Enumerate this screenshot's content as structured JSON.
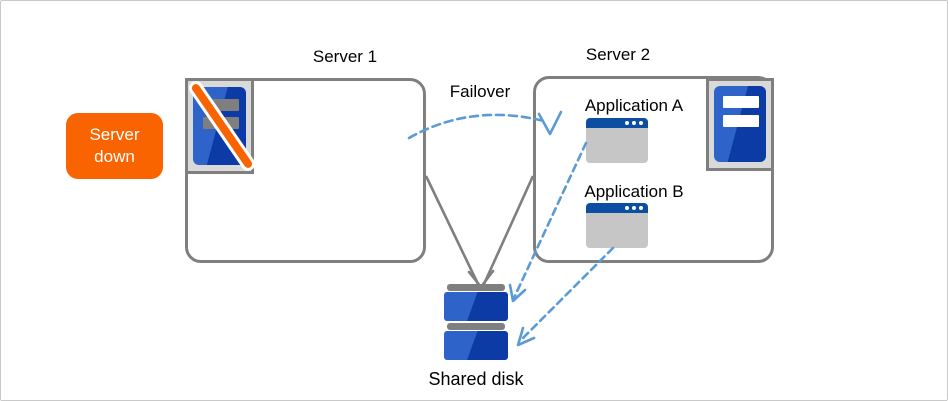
{
  "colors": {
    "accent-orange": "#FA6400",
    "line-gray": "#7F7F7F",
    "dash-blue": "#5B9BD5",
    "server-blue-light": "#2E63C9",
    "server-blue-dark": "#0D3BA6",
    "window-titlebar-blue": "#0B4EA2",
    "window-body-gray": "#C6C6C6",
    "icon-box-gray": "#D9D9D9",
    "frame-border": "#C9C9C9"
  },
  "diagram": {
    "badge": {
      "label": "Server down"
    },
    "servers": [
      {
        "title": "Server 1",
        "icon": "server-crossed-out-icon"
      },
      {
        "title": "Server 2",
        "icon": "server-icon",
        "applications": [
          {
            "label": "Application A",
            "icon": "app-window-icon"
          },
          {
            "label": "Application B",
            "icon": "app-window-icon"
          }
        ]
      }
    ],
    "failover": {
      "label": "Failover"
    },
    "shared_disk": {
      "label": "Shared disk",
      "icon": "disk-stack-icon"
    },
    "connectors": [
      {
        "from": "Server 1",
        "to": "Server 2",
        "style": "dashed-arc-arrow",
        "label": "Failover"
      },
      {
        "from": "Server 1",
        "to": "Shared disk",
        "style": "solid-line"
      },
      {
        "from": "Server 2",
        "to": "Shared disk",
        "style": "solid-line-arrow"
      },
      {
        "from": "Application A",
        "to": "Shared disk",
        "style": "dashed-arrow"
      },
      {
        "from": "Application B",
        "to": "Shared disk",
        "style": "dashed-arrow"
      }
    ]
  }
}
